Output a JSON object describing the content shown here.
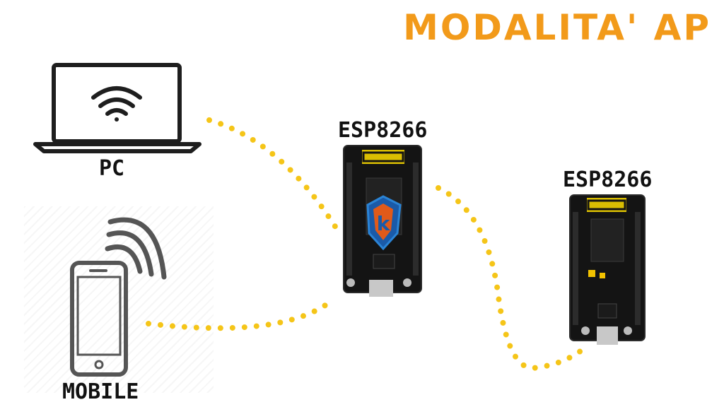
{
  "title": "MODALITA' AP",
  "devices": {
    "pc_label": "PC",
    "mobile_label": "MOBILE",
    "esp1_label": "ESP8266",
    "esp2_label": "ESP8266"
  },
  "colors": {
    "accent": "#f29a1a",
    "dots": "#f5c518",
    "board": "#141414",
    "outline": "#1e1e1e"
  },
  "icons": [
    "wifi-icon",
    "laptop-icon",
    "smartphone-icon",
    "signal-waves-icon",
    "esp8266-board-icon",
    "shield-logo-icon"
  ]
}
